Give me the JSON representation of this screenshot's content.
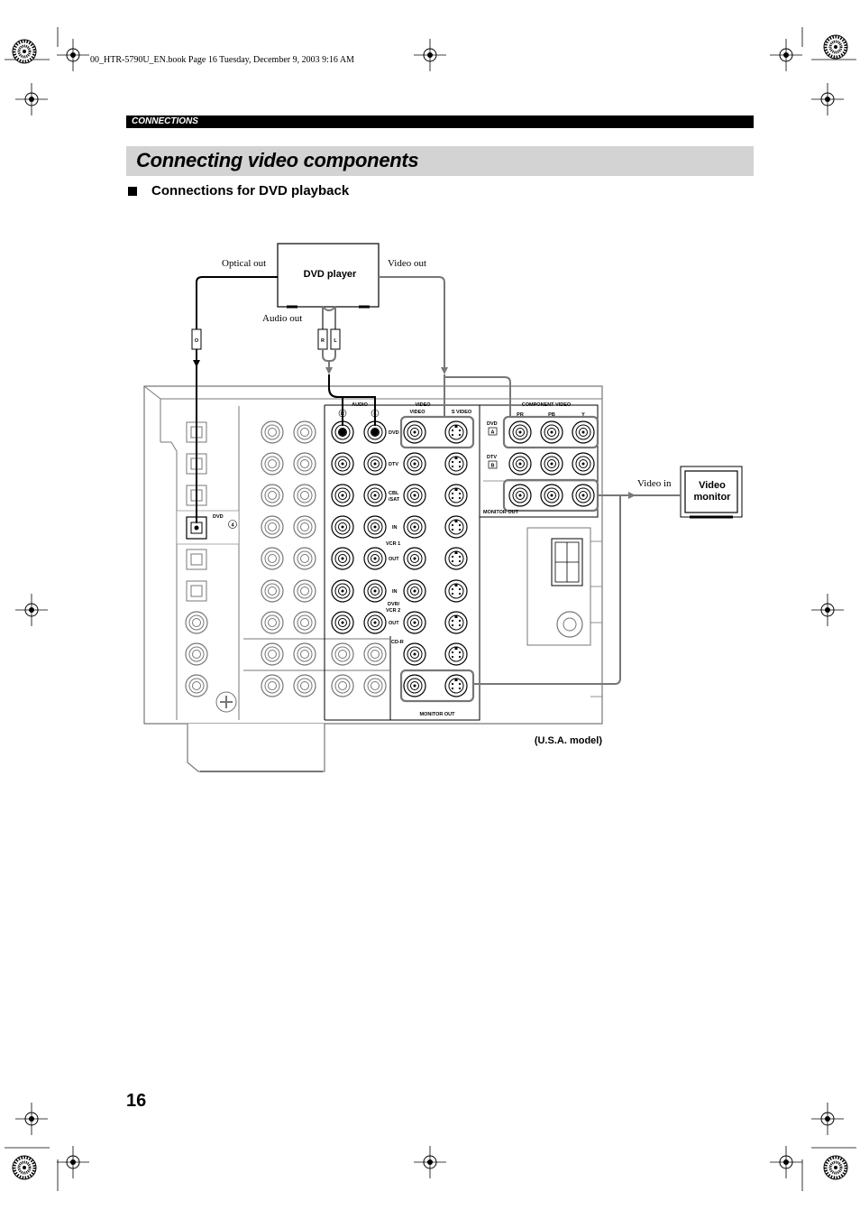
{
  "print_header": "00_HTR-5790U_EN.book  Page 16  Tuesday, December 9, 2003  9:16 AM",
  "section": "CONNECTIONS",
  "title": "Connecting video components",
  "subheading": "Connections for DVD playback",
  "page_number": "16",
  "diagram": {
    "dvd_player": "DVD player",
    "optical_out": "Optical out",
    "video_out": "Video out",
    "audio_out": "Audio out",
    "video_in": "Video in",
    "video_monitor_line1": "Video",
    "video_monitor_line2": "monitor",
    "model_note": "(U.S.A. model)",
    "plug_o": "O",
    "plug_r": "R",
    "plug_l": "L",
    "panel": {
      "audio": "AUDIO",
      "video": "VIDEO",
      "video_sub": "VIDEO",
      "s_video": "S VIDEO",
      "r": "R",
      "l": "L",
      "component_video": "COMPONENT VIDEO",
      "pr": "PR",
      "pb": "PB",
      "y": "Y",
      "comp_dvd": "DVD",
      "comp_dvd_letter": "A",
      "comp_dtv": "DTV",
      "comp_dtv_letter": "B",
      "comp_monitor_out": "MONITOR OUT",
      "optical_dvd": "DVD",
      "optical_num": "4",
      "row_dvd": "DVD",
      "row_dtv": "DTV",
      "row_cbl_1": "CBL",
      "row_cbl_2": "/SAT",
      "row_vcr1_in": "IN",
      "row_vcr1": "VCR 1",
      "row_vcr1_out": "OUT",
      "row_vcr2_in": "IN",
      "row_vcr2_1": "DVR/",
      "row_vcr2_2": "VCR 2",
      "row_vcr2_out": "OUT",
      "row_cdr": "CD-R",
      "monitor_out": "MONITOR OUT"
    }
  }
}
